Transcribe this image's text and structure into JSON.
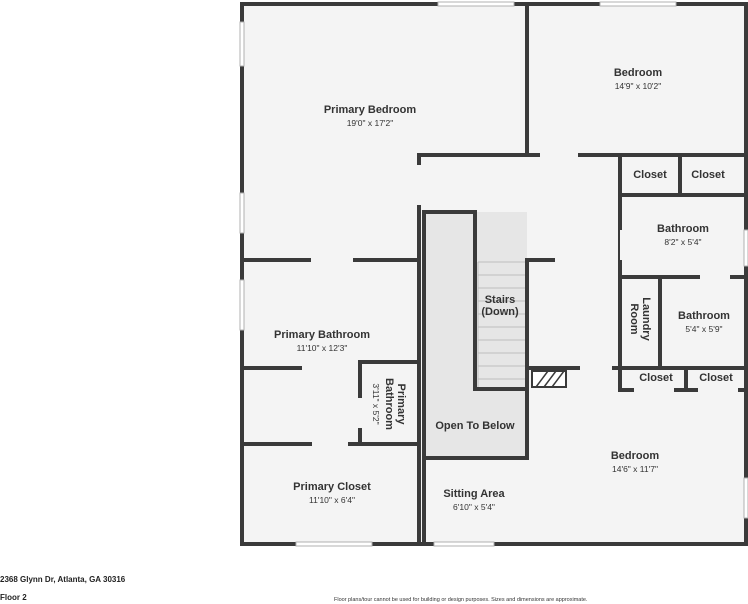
{
  "rooms": {
    "primary_bedroom": {
      "name": "Primary Bedroom",
      "dim": "19'0\" x 17'2\""
    },
    "bedroom_top": {
      "name": "Bedroom",
      "dim": "14'9\" x 10'2\""
    },
    "closet_1": {
      "name": "Closet"
    },
    "closet_2": {
      "name": "Closet"
    },
    "bathroom_1": {
      "name": "Bathroom",
      "dim": "8'2\" x 5'4\""
    },
    "stairs": {
      "name": "Stairs",
      "sub": "(Down)"
    },
    "laundry": {
      "name": "Laundry",
      "sub": "Room"
    },
    "bathroom_2": {
      "name": "Bathroom",
      "dim": "5'4\" x 5'9\""
    },
    "primary_bathroom": {
      "name": "Primary Bathroom",
      "dim": "11'10\" x 12'3\""
    },
    "primary_bathroom_small": {
      "name": "Primary",
      "sub": "Bathroom",
      "dim": "3'11\" x 5'2\""
    },
    "closet_3": {
      "name": "Closet"
    },
    "closet_4": {
      "name": "Closet"
    },
    "open_to_below": {
      "name": "Open To Below"
    },
    "bedroom_bottom": {
      "name": "Bedroom",
      "dim": "14'6\" x 11'7\""
    },
    "primary_closet": {
      "name": "Primary Closet",
      "dim": "11'10\" x 6'4\""
    },
    "sitting_area": {
      "name": "Sitting Area",
      "dim": "6'10\" x 5'4\""
    }
  },
  "footer": {
    "address": "2368 Glynn Dr, Atlanta, GA 30316",
    "floor": "Floor 2",
    "disclaimer": "Floor plans/tour cannot be used for building or design purposes. Sizes and dimensions are approximate."
  },
  "colors": {
    "wall": "#3a3a3a",
    "floor": "#f4f4f4",
    "void": "#e6e6e6",
    "window": "#ffffff"
  }
}
